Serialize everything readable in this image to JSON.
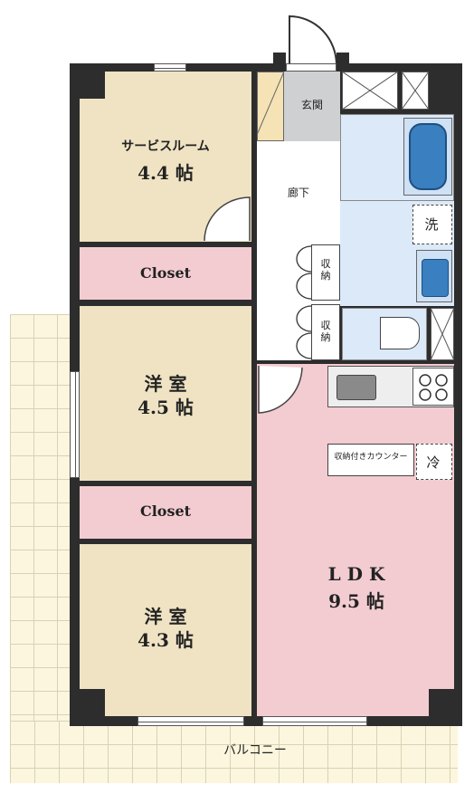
{
  "rooms": {
    "service_room": {
      "name": "サービスルーム",
      "size": "4.4 帖"
    },
    "closet_1": {
      "name": "Closet"
    },
    "western_1": {
      "name": "洋 室",
      "size": "4.5 帖"
    },
    "closet_2": {
      "name": "Closet"
    },
    "western_2": {
      "name": "洋 室",
      "size": "4.3 帖"
    },
    "ldk": {
      "name": "L D K",
      "size": "9.5 帖"
    },
    "entrance": {
      "name": "玄関"
    },
    "hallway": {
      "name": "廊下"
    },
    "storage_1": {
      "name": "収\n納"
    },
    "storage_2": {
      "name": "収\n納"
    },
    "counter": {
      "name": "収納付きカウンター"
    },
    "fridge": {
      "name": "冷"
    },
    "washer": {
      "name": "洗"
    },
    "balcony": {
      "name": "バルコニー"
    }
  }
}
